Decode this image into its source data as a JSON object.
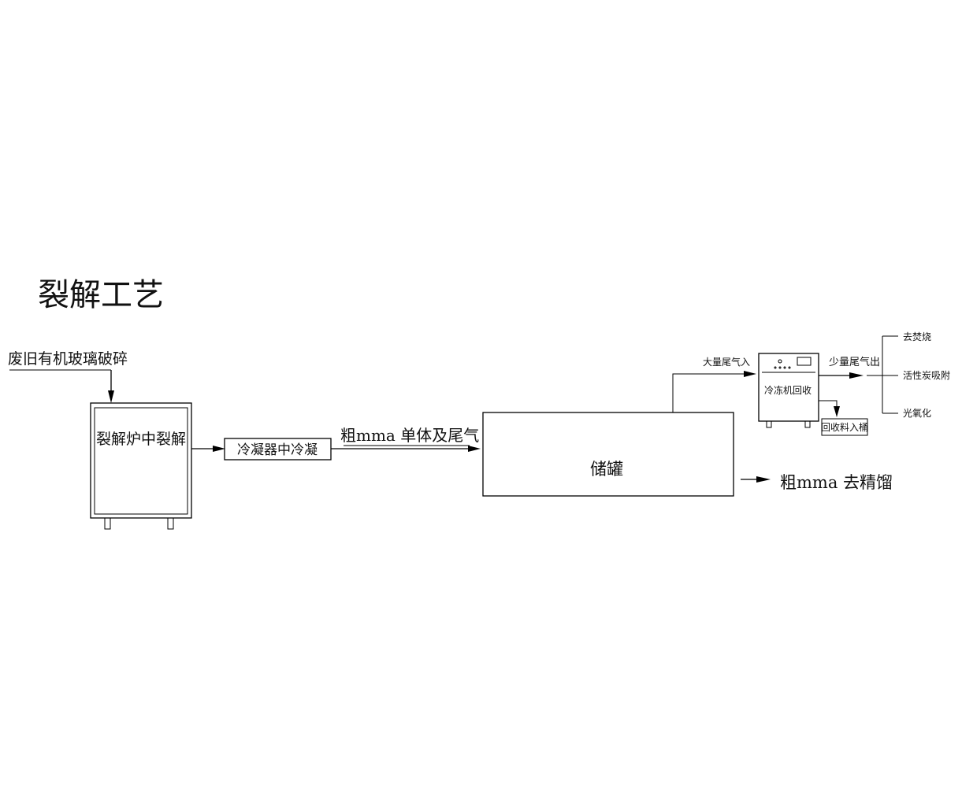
{
  "diagram": {
    "title": "裂解工艺",
    "input_label": "废旧有机玻璃破碎",
    "furnace_label": "裂解炉中裂解",
    "condenser_label": "冷凝器中冷凝",
    "crude_label": "粗mma 单体及尾气",
    "tank_label": "储罐",
    "output_label": "粗mma 去精馏",
    "large_gas_label": "大量尾气入",
    "chiller_label": "冷冻机回收",
    "small_gas_label": "少量尾气出",
    "recycle_label": "回收料入桶",
    "branches": [
      "去焚烧",
      "活性炭吸附",
      "光氧化"
    ]
  }
}
